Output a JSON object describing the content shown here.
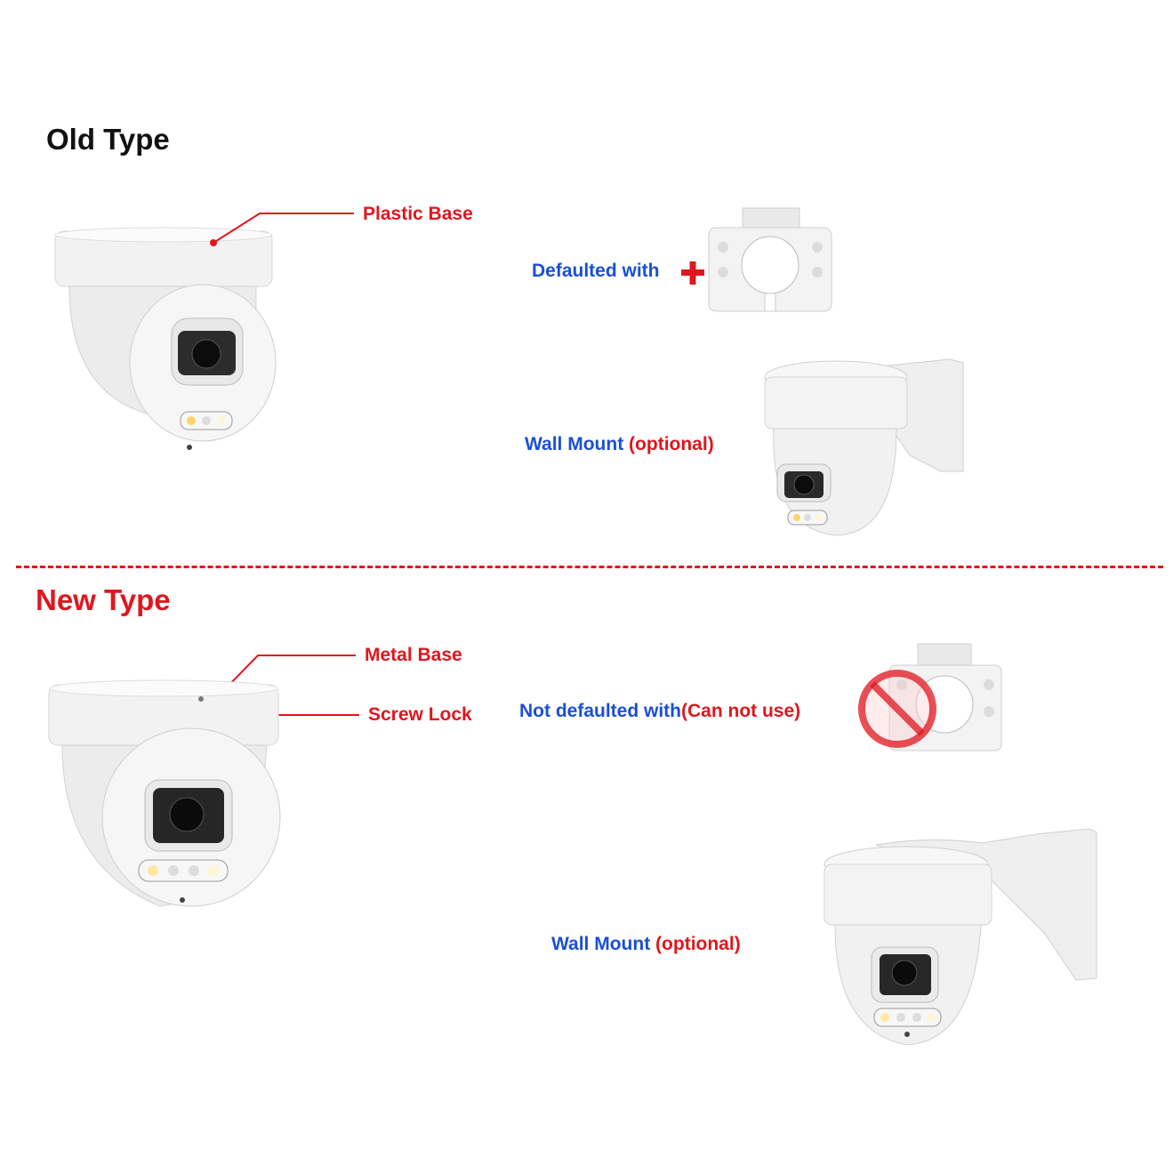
{
  "old_section": {
    "title": "Old Type",
    "camera_label": "Plastic Base",
    "default_text": "Defaulted with",
    "wall_mount_text": "Wall Mount",
    "wall_mount_optional": "(optional)"
  },
  "new_section": {
    "title": "New Type",
    "metal_base_label": "Metal Base",
    "screw_lock_label": "Screw Lock",
    "not_default_text": "Not defaulted with",
    "not_default_note": "(Can not use)",
    "wall_mount_text": "Wall Mount",
    "wall_mount_optional": "(optional)"
  },
  "colors": {
    "accent_red": "#e0161e",
    "accent_blue": "#1a4fd6"
  },
  "icons": [
    "plus-icon",
    "prohibited-icon"
  ]
}
